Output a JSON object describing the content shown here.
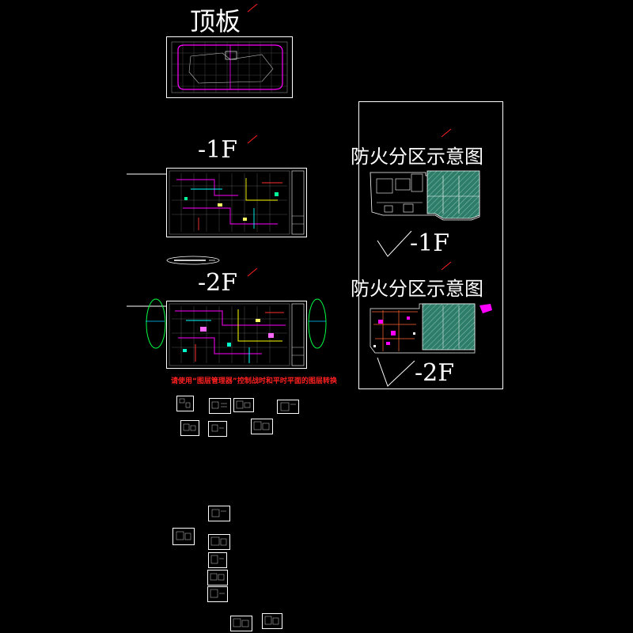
{
  "labels": {
    "roof_title": "顶板",
    "b1_title": "-1F",
    "b2_title": "-2F",
    "fire_title_1": "防火分区示意图",
    "fire_floor_1": "-1F",
    "fire_title_2": "防火分区示意图",
    "fire_floor_2": "-2F",
    "layer_note": "请使用“图层管理器”控制战时和平时平面的图层转换"
  },
  "colors": {
    "background": "#000000",
    "line": "#ffffff",
    "accent_magenta": "#ff00ff",
    "accent_red": "#ff2020",
    "accent_green": "#00ff66",
    "hatch_green": "#2e7d6a"
  }
}
